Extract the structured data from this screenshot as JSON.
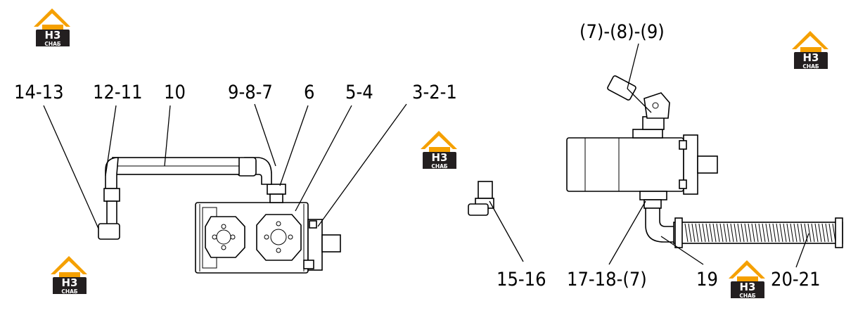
{
  "brand": {
    "logo_top": "H3",
    "logo_bottom": "CHAБ",
    "orange": "#f5a000",
    "dark": "#231f20"
  },
  "left_assembly": {
    "labels": [
      "14-13",
      "12-11",
      "10",
      "9-8-7",
      "6",
      "5-4",
      "3-2-1"
    ]
  },
  "right_assembly": {
    "labels": [
      "(7)-(8)-(9)",
      "15-16",
      "17-18-(7)",
      "19",
      "20-21"
    ]
  }
}
